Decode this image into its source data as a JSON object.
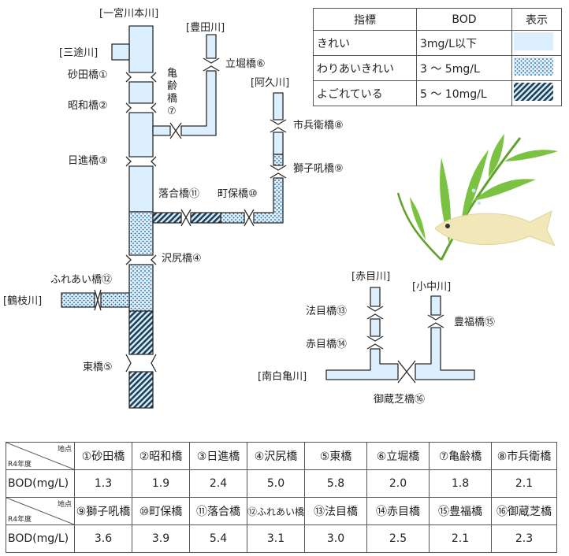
{
  "legend": {
    "headers": [
      "指標",
      "BOD",
      "表示"
    ],
    "rows": [
      {
        "label": "きれい",
        "range": "3mg/L以下",
        "pattern": "clean"
      },
      {
        "label": "わりあいきれい",
        "range": "3 ～ 5mg/L",
        "pattern": "dots"
      },
      {
        "label": "よごれている",
        "range": "5 ～ 10mg/L",
        "pattern": "hatch"
      }
    ]
  },
  "colors": {
    "water": "#dcefff",
    "outline": "#2a2a2a",
    "dots": "#1a5a8a",
    "hatch": "#1d3f58",
    "plant": "#7cc242",
    "fish": "#f2e7b8"
  },
  "rivers": {
    "ichinomiya": "[一宮川本川]",
    "toyota": "[豊田川]",
    "mito": "[三途川]",
    "aku": "[阿久川]",
    "tsurueda": "[鶴枝川]",
    "akame": "[赤目川]",
    "konaka": "[小中川]",
    "minamishirakame": "[南白亀川]"
  },
  "bridges": {
    "sunada": "砂田橋①",
    "showa": "昭和橋②",
    "nisshin": "日進橋③",
    "shiri": "沢尻橋④",
    "azuma": "東橋⑤",
    "tatebori": "立堀橋⑥",
    "kamerei": [
      "亀",
      "齢",
      "橋",
      "⑦"
    ],
    "ichibei": "市兵衛橋⑧",
    "shishiku": "獅子吼橋⑨",
    "machiho": "町保橋⑩",
    "ochiai": "落合橋⑪",
    "fureai": "ふれあい橋⑫",
    "hoome": "法目橋⑬",
    "akamebashi": "赤目橋⑭",
    "hofuku": "豊福橋⑮",
    "mikura": "御蔵芝橋⑯"
  },
  "table": {
    "corner_top": "地点",
    "corner_bottom": "R4年度",
    "row_label": "BOD(mg/L)",
    "row1": {
      "points": [
        "①砂田橋",
        "②昭和橋",
        "③日進橋",
        "④沢尻橋",
        "⑤東橋",
        "⑥立堀橋",
        "⑦亀齢橋",
        "⑧市兵衛橋"
      ],
      "values": [
        "1.3",
        "1.9",
        "2.4",
        "5.0",
        "5.8",
        "2.0",
        "1.8",
        "2.1"
      ]
    },
    "row2": {
      "points": [
        "⑨獅子吼橋",
        "⑩町保橋",
        "⑪落合橋",
        "⑫ふれあい橋",
        "⑬法目橋",
        "⑭赤目橋",
        "⑮豊福橋",
        "⑯御蔵芝橋"
      ],
      "values": [
        "3.6",
        "3.9",
        "5.4",
        "3.1",
        "3.0",
        "2.5",
        "2.1",
        "2.3"
      ]
    }
  }
}
